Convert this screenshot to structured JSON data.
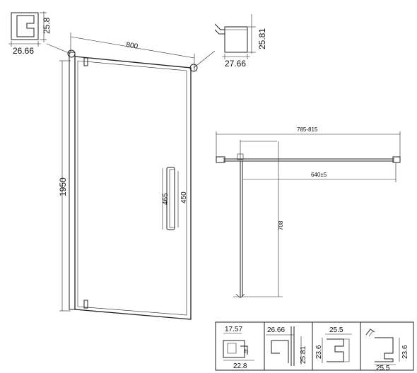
{
  "dimensions": {
    "width_800": "800",
    "height_1950": "1950",
    "handle_outer": "465",
    "handle_inner": "450",
    "opening_range": "785-815",
    "swing_640": "640±5",
    "depth_708": "708"
  },
  "profiles": {
    "top_left": {
      "height": "25.8",
      "width": "26.66"
    },
    "top_right": {
      "height": "25.81",
      "width": "27.66"
    }
  },
  "details": [
    {
      "a": "17.57",
      "b": "22.8"
    },
    {
      "a": "26.66",
      "b": "25.81"
    },
    {
      "a": "25.5",
      "b": "23.6"
    },
    {
      "a": "23.6",
      "b": "25.5"
    }
  ]
}
